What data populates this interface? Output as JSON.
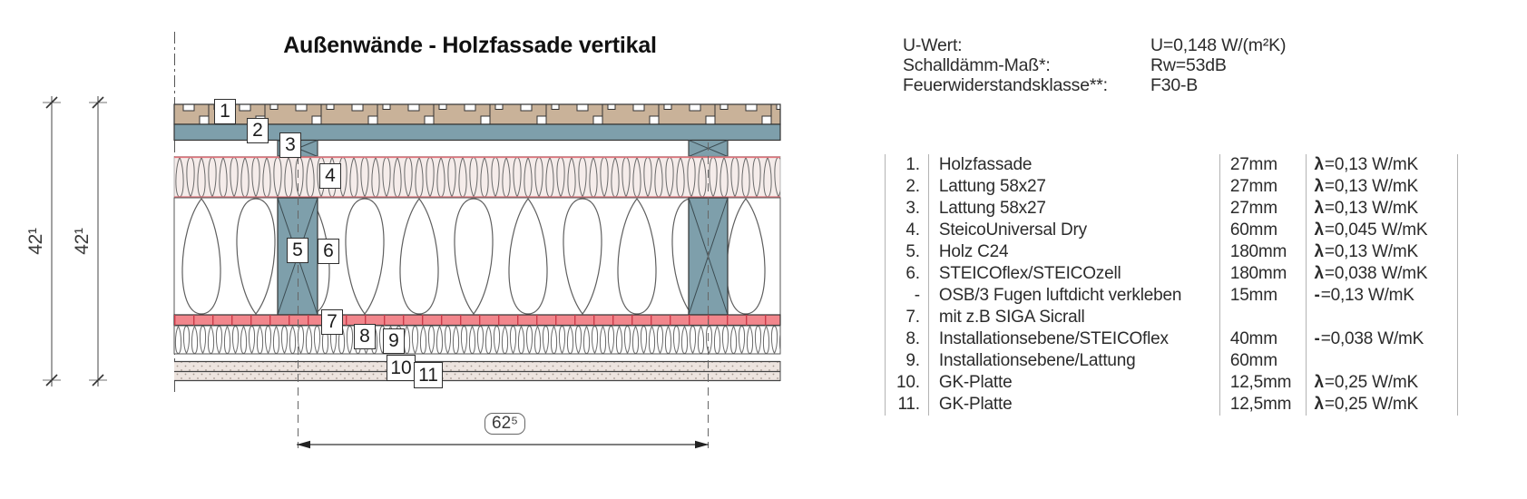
{
  "title": "Außenwände - Holzfassade vertikal",
  "properties": {
    "rows": [
      {
        "label": "U-Wert:",
        "value": "U=0,148 W/(m²K)"
      },
      {
        "label": "Schalldämm-Maß*:",
        "value": "Rw=53dB"
      },
      {
        "label": "Feuerwiderstandsklasse**:",
        "value": "F30-B"
      }
    ]
  },
  "dimensions": {
    "wall_height_outer": "42¹",
    "wall_height_inner": "42¹",
    "stud_spacing": "62⁵"
  },
  "callouts": [
    "1",
    "2",
    "3",
    "4",
    "5",
    "6",
    "7",
    "8",
    "9",
    "10",
    "11"
  ],
  "materials": {
    "rows": [
      {
        "no": "1.",
        "name": "Holzfassade",
        "thickness": "27mm",
        "lambda_symbol": "λ",
        "lambda_value": "=0,13 W/mK"
      },
      {
        "no": "2.",
        "name": "Lattung 58x27",
        "thickness": "27mm",
        "lambda_symbol": "λ",
        "lambda_value": "=0,13 W/mK"
      },
      {
        "no": "3.",
        "name": "Lattung 58x27",
        "thickness": "27mm",
        "lambda_symbol": "λ",
        "lambda_value": "=0,13 W/mK"
      },
      {
        "no": "4.",
        "name": "SteicoUniversal Dry",
        "thickness": "60mm",
        "lambda_symbol": "λ",
        "lambda_value": "=0,045 W/mK"
      },
      {
        "no": "5.",
        "name": "Holz C24",
        "thickness": "180mm",
        "lambda_symbol": "λ",
        "lambda_value": "=0,13 W/mK"
      },
      {
        "no": "6.",
        "name": "STEICOflex/STEICOzell",
        "thickness": "180mm",
        "lambda_symbol": "λ",
        "lambda_value": "=0,038 W/mK"
      },
      {
        "no": "-",
        "name": "OSB/3 Fugen luftdicht verkleben",
        "thickness": "15mm",
        "lambda_symbol": "-",
        "lambda_value": "=0,13 W/mK"
      },
      {
        "no": "7.",
        "name": "mit z.B SIGA Sicrall",
        "thickness": "",
        "lambda_symbol": "",
        "lambda_value": ""
      },
      {
        "no": "8.",
        "name": "Installationsebene/STEICOflex",
        "thickness": "40mm",
        "lambda_symbol": "-",
        "lambda_value": "=0,038 W/mK"
      },
      {
        "no": "9.",
        "name": "Installationsebene/Lattung",
        "thickness": "60mm",
        "lambda_symbol": "",
        "lambda_value": ""
      },
      {
        "no": "10.",
        "name": "GK-Platte",
        "thickness": "12,5mm",
        "lambda_symbol": "λ",
        "lambda_value": "=0,25 W/mK"
      },
      {
        "no": "11.",
        "name": "GK-Platte",
        "thickness": "12,5mm",
        "lambda_symbol": "λ",
        "lambda_value": "=0,25 W/mK"
      }
    ]
  },
  "colors": {
    "wood_facade": "#C9B299",
    "battens_blue": "#7E9FAB",
    "insulation_pink": "#F5ECEA",
    "insulation_border_red": "#E0737B",
    "osb_red": "#F2868C",
    "gypsum_board": "#EDE4DF"
  }
}
